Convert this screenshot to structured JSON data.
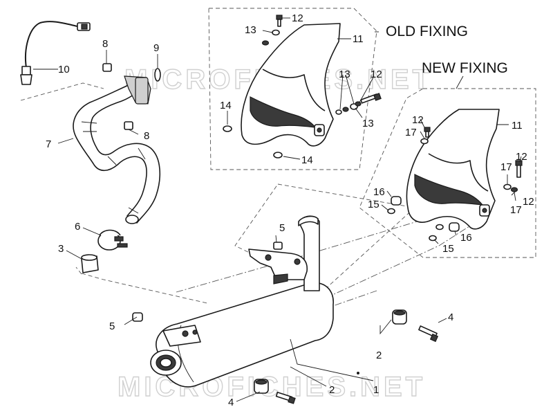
{
  "headings": {
    "old_fixing": "OLD FIXING",
    "new_fixing": "NEW FIXING"
  },
  "watermark": {
    "top": "MICROFICHES.NET",
    "bottom": "MICROFICHES.NET"
  },
  "callouts": {
    "c1": "1",
    "c2a": "2",
    "c2b": "2",
    "c3": "3",
    "c4a": "4",
    "c4b": "4",
    "c5a": "5",
    "c5b": "5",
    "c6": "6",
    "c7": "7",
    "c8a": "8",
    "c8b": "8",
    "c9": "9",
    "c10": "10",
    "old": {
      "c11": "11",
      "c12a": "12",
      "c12b": "12",
      "c13a": "13",
      "c13b": "13",
      "c13c": "13",
      "c14a": "14",
      "c14b": "14"
    },
    "new": {
      "c11": "11",
      "c12a": "12",
      "c12b": "12",
      "c12c": "12",
      "c15a": "15",
      "c15b": "15",
      "c16a": "16",
      "c16b": "16",
      "c17a": "17",
      "c17b": "17",
      "c17c": "17"
    }
  },
  "colors": {
    "line": "#1a1a1a",
    "watermark": "#d0d0d0",
    "background": "#ffffff"
  }
}
